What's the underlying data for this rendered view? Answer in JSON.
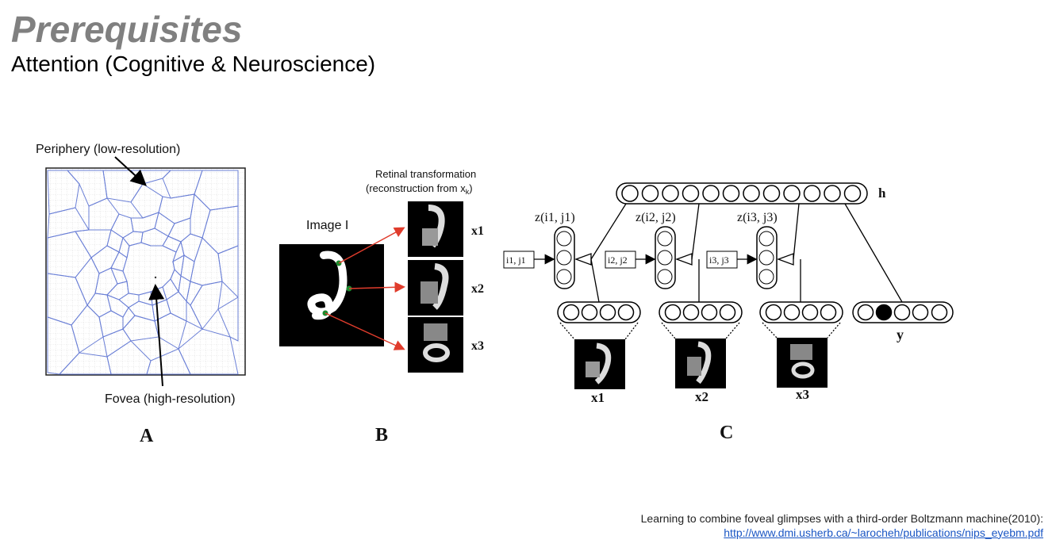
{
  "slide": {
    "title": "Prerequisites",
    "subtitle": "Attention (Cognitive & Neuroscience)"
  },
  "figure": {
    "panel_a": {
      "label": "A",
      "periphery_label": "Periphery (low-resolution)",
      "fovea_label": "Fovea (high-resolution)"
    },
    "panel_b": {
      "label": "B",
      "image_label": "Image I",
      "retinal_title_line1": "Retinal transformation",
      "retinal_title_line2": "(reconstruction from x",
      "retinal_title_sub": "k",
      "glimpse_labels": [
        "x1",
        "x2",
        "x3"
      ]
    },
    "panel_c": {
      "label": "C",
      "hidden_label": "h",
      "output_label": "y",
      "z_labels": [
        "z(i1, j1)",
        "z(i2, j2)",
        "z(i3, j3)"
      ],
      "input_labels": [
        "i1, j1",
        "i2, j2",
        "i3, j3"
      ],
      "glimpse_labels": [
        "x1",
        "x2",
        "x3"
      ]
    }
  },
  "reference": {
    "text": "Learning to combine foveal glimpses with a third-order Boltzmann machine(2010):",
    "url": "http://www.dmi.usherb.ca/~larocheh/publications/nips_eyebm.pdf"
  }
}
